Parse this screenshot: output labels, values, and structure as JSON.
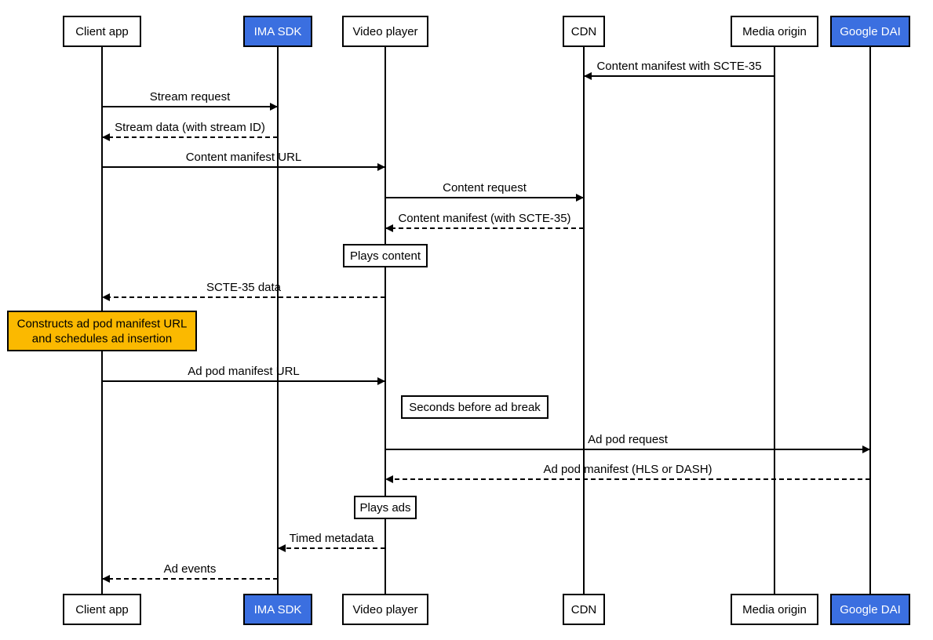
{
  "participants": [
    {
      "id": "client",
      "label": "Client app",
      "highlight": false
    },
    {
      "id": "ima",
      "label": "IMA SDK",
      "highlight": true
    },
    {
      "id": "player",
      "label": "Video player",
      "highlight": false
    },
    {
      "id": "cdn",
      "label": "CDN",
      "highlight": false
    },
    {
      "id": "origin",
      "label": "Media origin",
      "highlight": false
    },
    {
      "id": "dai",
      "label": "Google DAI",
      "highlight": true
    }
  ],
  "messages": [
    {
      "from": "origin",
      "to": "cdn",
      "label": "Content manifest with SCTE-35",
      "style": "solid"
    },
    {
      "from": "client",
      "to": "ima",
      "label": "Stream request",
      "style": "solid"
    },
    {
      "from": "ima",
      "to": "client",
      "label": "Stream data (with stream ID)",
      "style": "dashed"
    },
    {
      "from": "client",
      "to": "player",
      "label": "Content manifest URL",
      "style": "solid"
    },
    {
      "from": "player",
      "to": "cdn",
      "label": "Content request",
      "style": "solid"
    },
    {
      "from": "cdn",
      "to": "player",
      "label": "Content manifest (with SCTE-35)",
      "style": "dashed"
    },
    {
      "from": "player",
      "to": "client",
      "label": "SCTE-35 data",
      "style": "dashed"
    },
    {
      "from": "client",
      "to": "player",
      "label": "Ad pod manifest URL",
      "style": "solid"
    },
    {
      "from": "player",
      "to": "dai",
      "label": "Ad pod request",
      "style": "solid"
    },
    {
      "from": "dai",
      "to": "player",
      "label": "Ad pod manifest (HLS or DASH)",
      "style": "dashed"
    },
    {
      "from": "player",
      "to": "ima",
      "label": "Timed metadata",
      "style": "dashed"
    },
    {
      "from": "ima",
      "to": "client",
      "label": "Ad events",
      "style": "dashed"
    }
  ],
  "notes": [
    {
      "over": "player",
      "lines": [
        "Plays content"
      ],
      "highlight": false
    },
    {
      "over": "client",
      "lines": [
        "Constructs ad pod manifest URL",
        "and schedules ad insertion"
      ],
      "highlight": true
    },
    {
      "over": "player",
      "lines": [
        "Seconds before ad break"
      ],
      "highlight": false,
      "placement": "right"
    },
    {
      "over": "player",
      "lines": [
        "Plays ads"
      ],
      "highlight": false
    }
  ],
  "colors": {
    "participant_highlight_fill": "#3b6fe0",
    "participant_highlight_text": "#ffffff",
    "participant_fill": "#ffffff",
    "note_highlight_fill": "#fbb900",
    "note_fill": "#ffffff",
    "line": "#000000"
  }
}
